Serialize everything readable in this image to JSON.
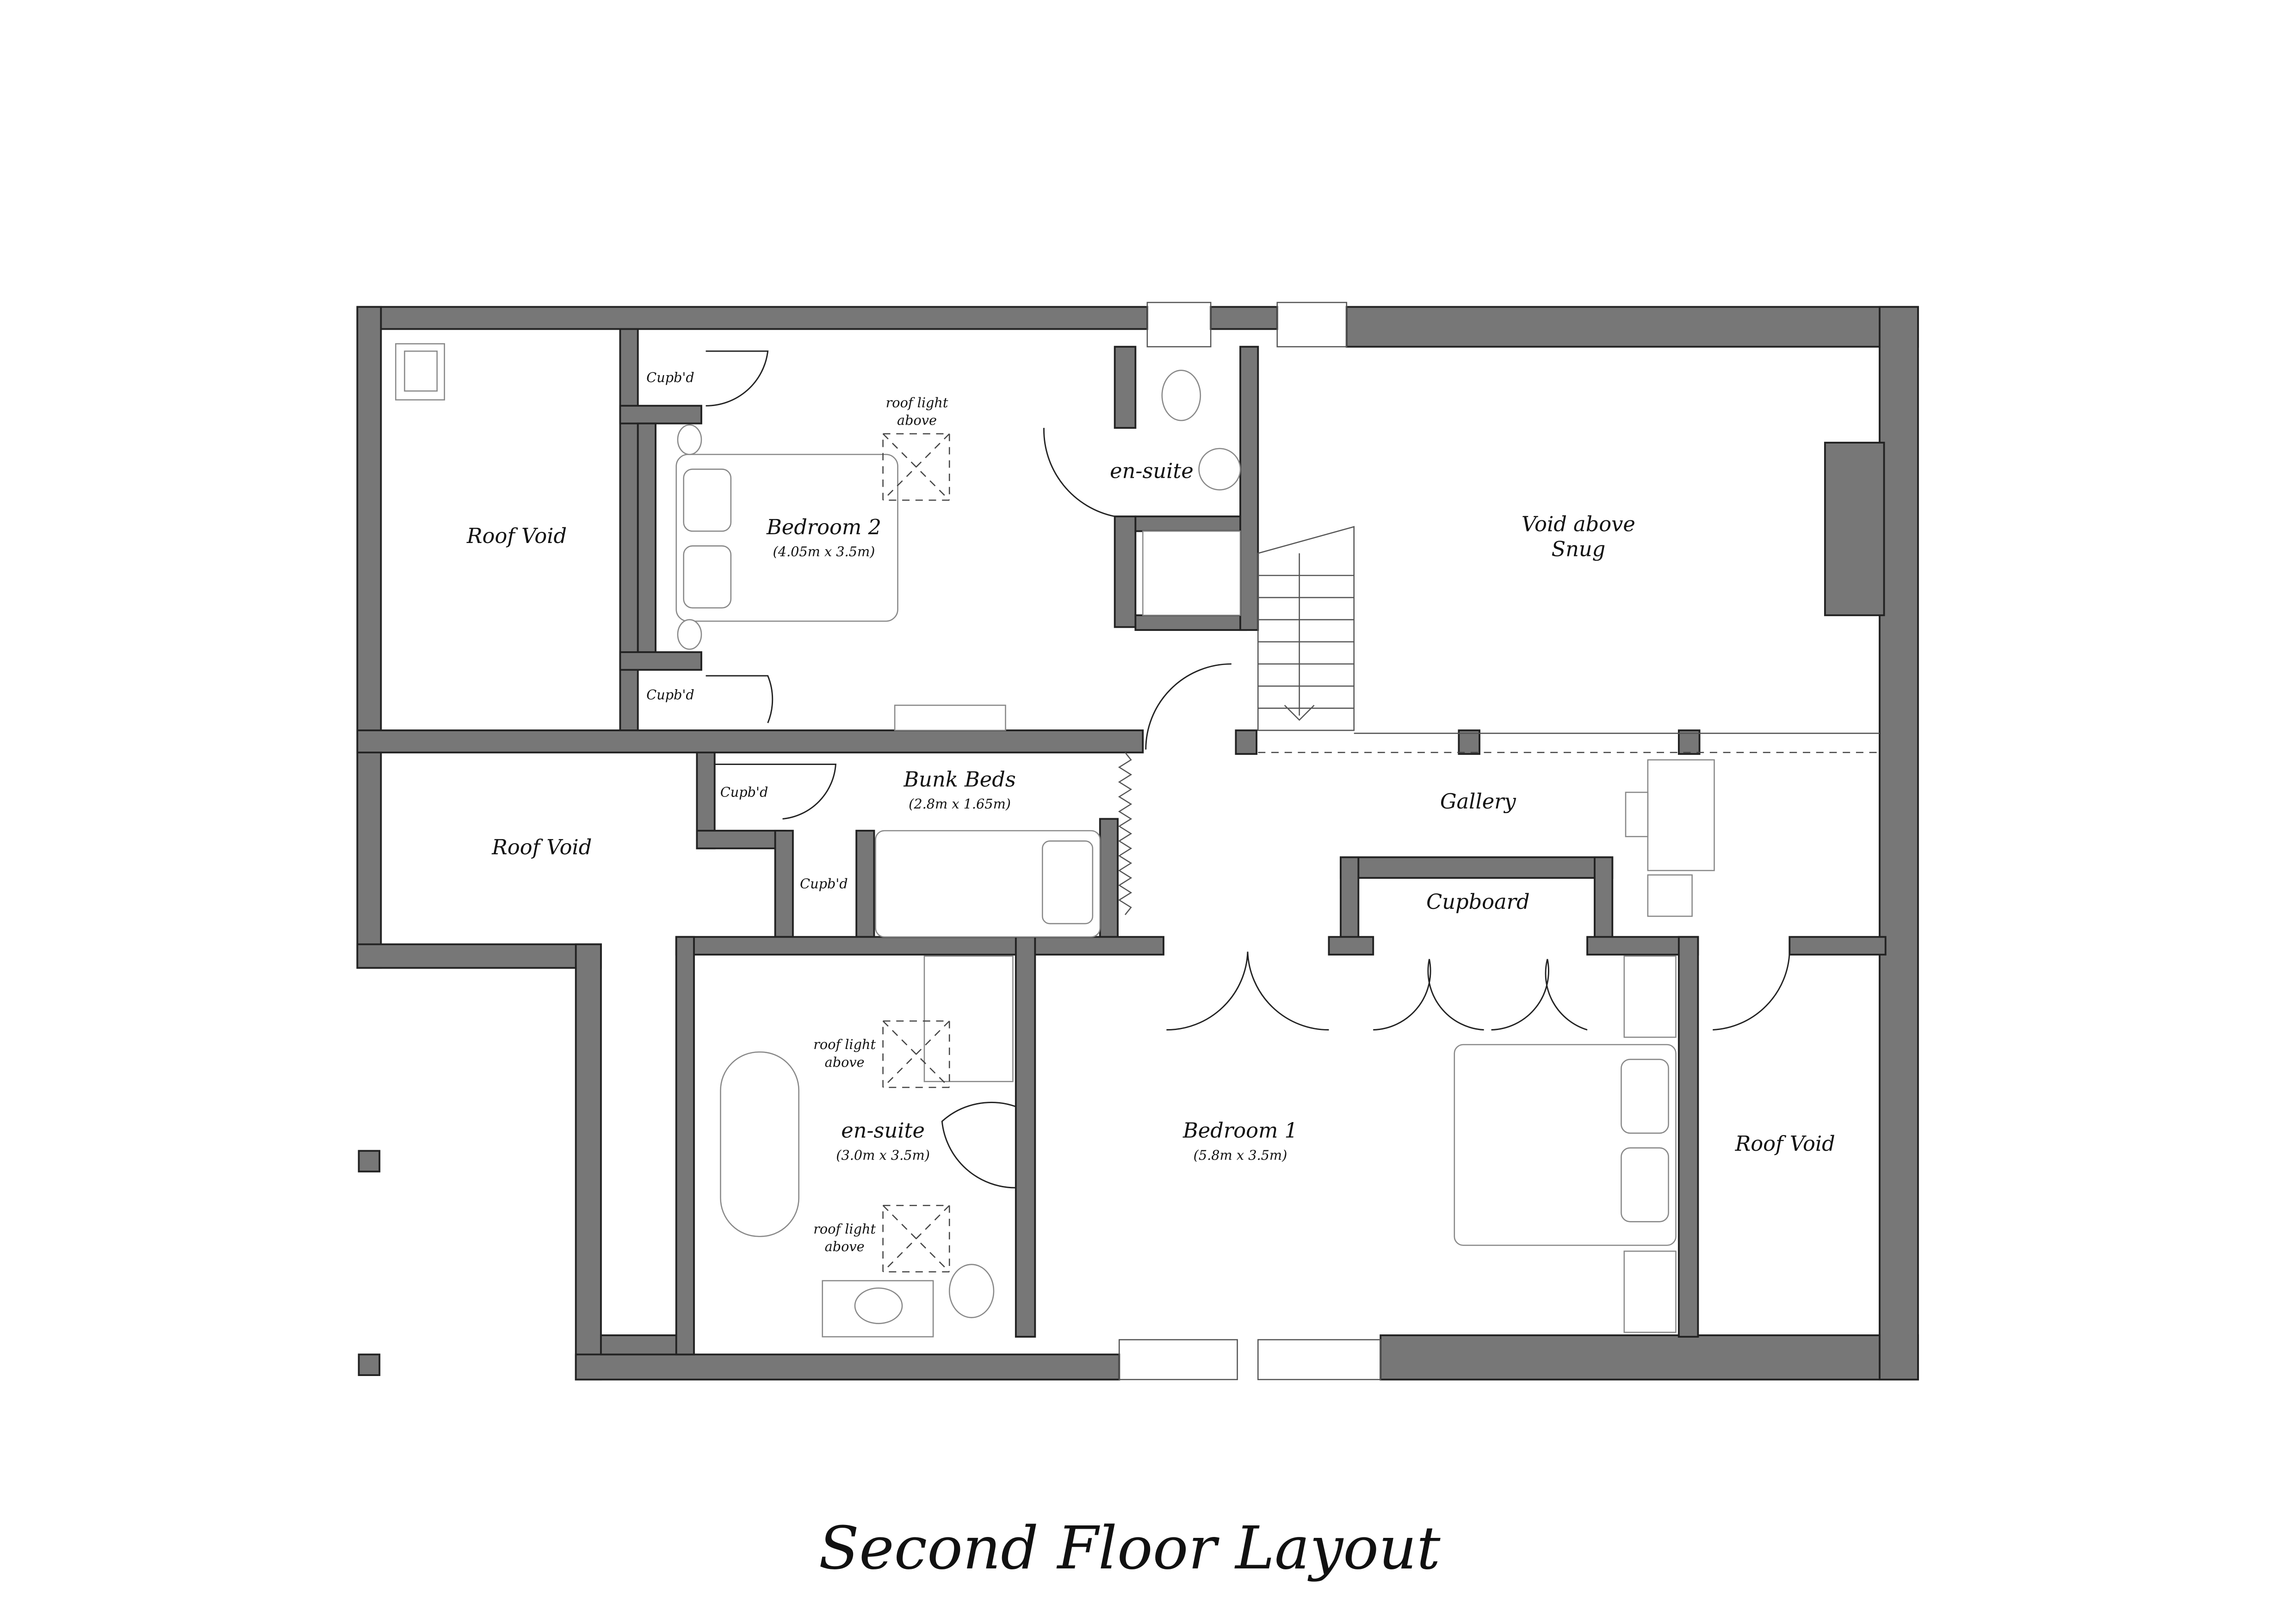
{
  "title": "Second Floor Layout",
  "rooms": {
    "roof_void_top_left": {
      "label": "Roof Void"
    },
    "cupbd_top": {
      "label": "Cupb'd"
    },
    "cupbd_bed2_lower": {
      "label": "Cupb'd"
    },
    "bedroom2": {
      "label": "Bedroom 2",
      "dims": "(4.05m x 3.5m)"
    },
    "bedroom2_rooflight": {
      "line1": "roof light",
      "line2": "above"
    },
    "ensuite_bed2": {
      "label": "en-suite"
    },
    "void_above_snug": {
      "line1": "Void above",
      "line2": "Snug"
    },
    "roof_void_mid_left": {
      "label": "Roof Void"
    },
    "cupbd_bunk_1": {
      "label": "Cupb'd"
    },
    "cupbd_bunk_2": {
      "label": "Cupb'd"
    },
    "bunk_beds": {
      "label": "Bunk Beds",
      "dims": "(2.8m x 1.65m)"
    },
    "gallery": {
      "label": "Gallery"
    },
    "cupboard": {
      "label": "Cupboard"
    },
    "ensuite_bed1": {
      "label": "en-suite",
      "dims": "(3.0m x 3.5m)"
    },
    "ensuite_rooflight_1": {
      "line1": "roof light",
      "line2": "above"
    },
    "ensuite_rooflight_2": {
      "line1": "roof light",
      "line2": "above"
    },
    "bedroom1": {
      "label": "Bedroom 1",
      "dims": "(5.8m x 3.5m)"
    },
    "roof_void_right": {
      "label": "Roof Void"
    }
  },
  "colors": {
    "wall": "#777777",
    "line": "#222222",
    "background": "#ffffff"
  }
}
